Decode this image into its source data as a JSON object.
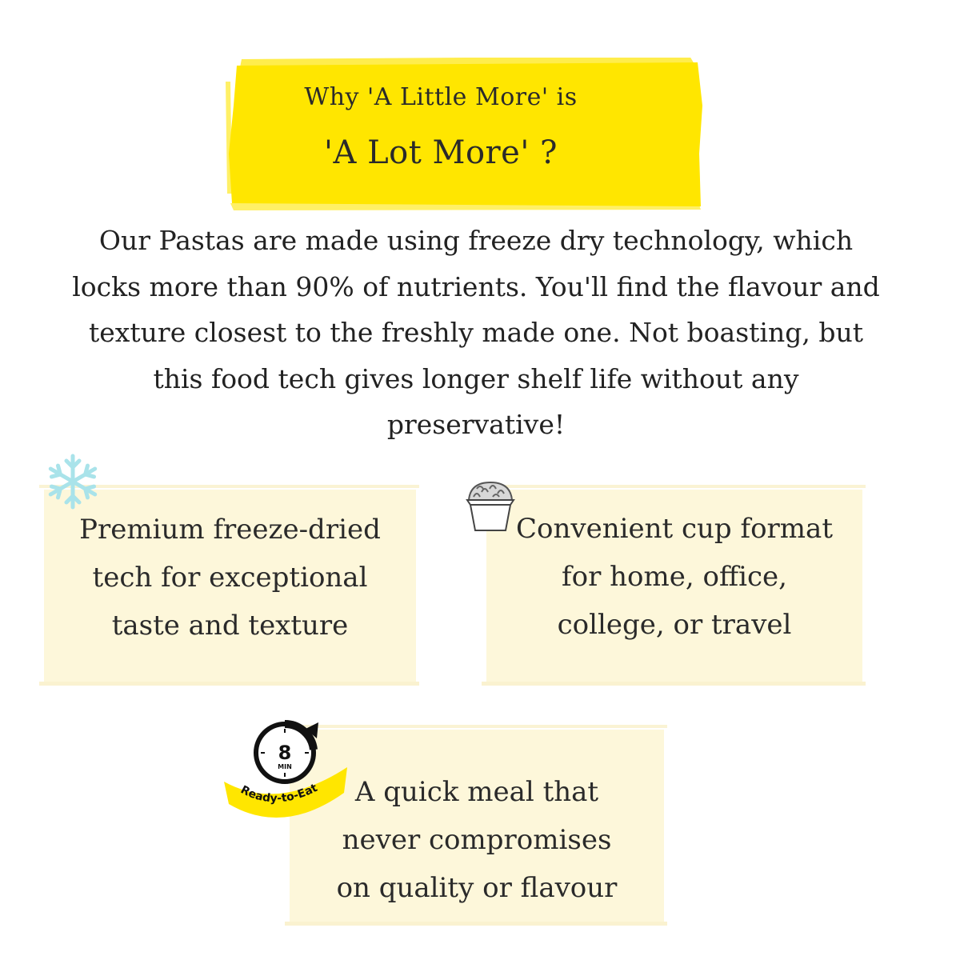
{
  "header": {
    "line1": "Why 'A Little More' is",
    "line2": "'A Lot More' ?"
  },
  "intro": {
    "text": "Our Pastas are made using freeze dry technology, which locks more than 90% of nutrients. You'll find the flavour and texture closest to the freshly made one. Not boasting, but this food tech gives longer shelf life without any preservative!"
  },
  "features": [
    {
      "icon": "snowflake-icon",
      "lines": [
        "Premium freeze-dried",
        "tech for exceptional",
        "taste and texture"
      ]
    },
    {
      "icon": "pasta-cup-icon",
      "lines": [
        "Convenient cup format",
        "for home, office,",
        "college, or travel"
      ]
    },
    {
      "icon": "timer-icon",
      "lines": [
        "A quick meal that",
        "never compromises",
        "on quality or flavour"
      ]
    }
  ],
  "badge": {
    "number": "8",
    "unit": "MIN",
    "label": "Ready-to-Eat"
  },
  "colors": {
    "title_yellow": "#ffe600",
    "card_cream": "#fdf7da",
    "snowflake": "#a9e3ea",
    "badge_yellow": "#ffe600"
  }
}
